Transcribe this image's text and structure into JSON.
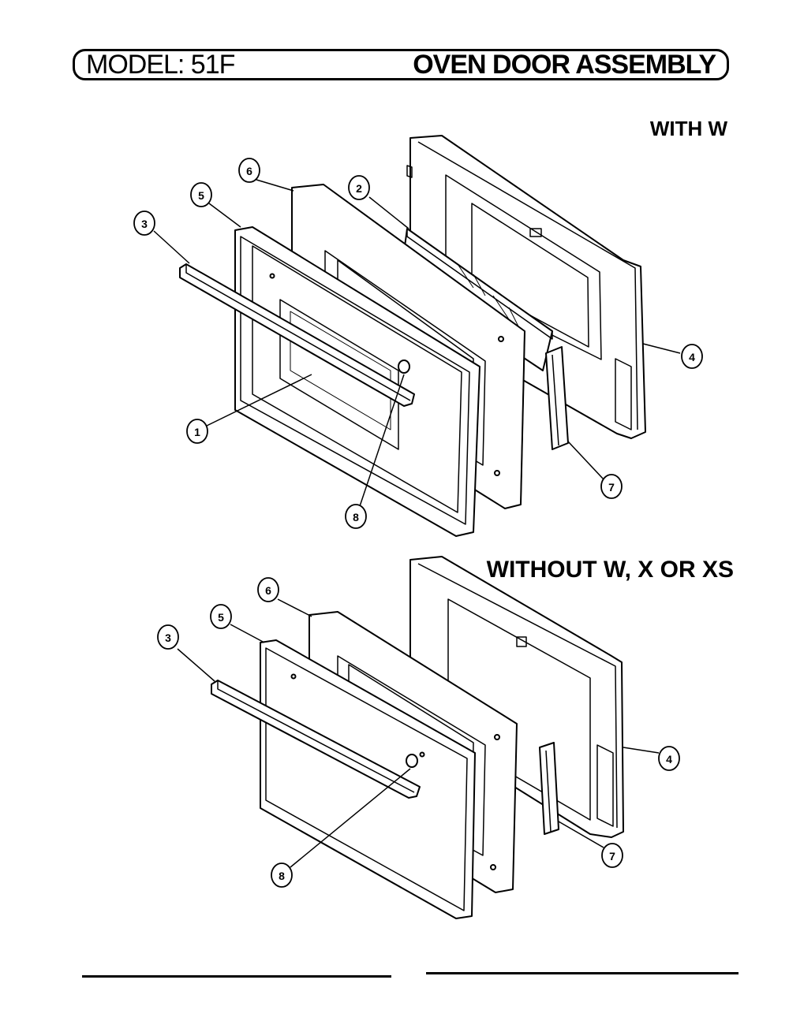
{
  "header": {
    "model": "MODEL: 51F",
    "section": "OVEN DOOR ASSEMBLY"
  },
  "variants": {
    "top": "WITH W",
    "bottom": "WITHOUT W, X OR XS"
  },
  "callouts": {
    "top": [
      "1",
      "2",
      "3",
      "4",
      "5",
      "6",
      "7",
      "8"
    ],
    "bottom": [
      "3",
      "4",
      "5",
      "6",
      "7",
      "8"
    ]
  }
}
